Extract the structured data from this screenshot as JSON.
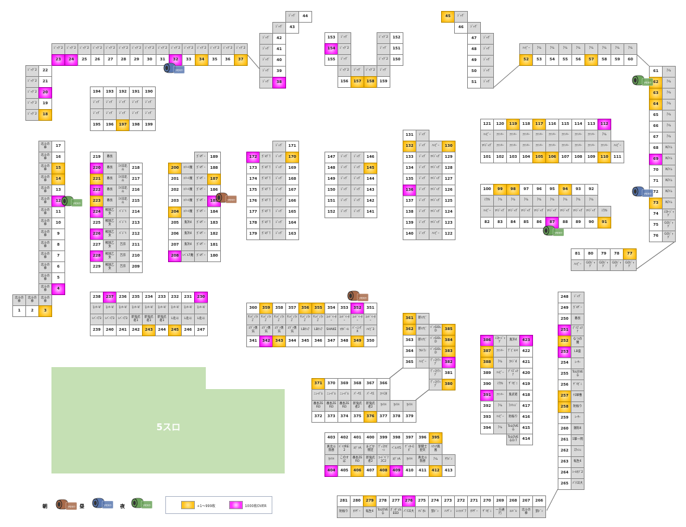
{
  "zone_label": "5スロ",
  "legend": {
    "gold_label": "+1～999枚",
    "magenta_label": "1000枚OVER"
  },
  "camera_times": {
    "morning": "朝",
    "noon": "昼",
    "night": "夜"
  },
  "colors": {
    "gold": "#ffc21a",
    "magenta": "#ff33ff",
    "zone": "#c5e0b4",
    "cam_morning": "#a86a4a",
    "cam_noon": "#5a78b0",
    "cam_night": "#6aa35a"
  },
  "status": {
    "gold": [
      3,
      14,
      15,
      18,
      34,
      37,
      45,
      52,
      57,
      62,
      63,
      64,
      73,
      77,
      91,
      94,
      98,
      99,
      105,
      106,
      110,
      117,
      119,
      130,
      132,
      145,
      157,
      158,
      170,
      187,
      197,
      200,
      204,
      221,
      223,
      243,
      245,
      252,
      257,
      258,
      279,
      343,
      349,
      355,
      356,
      359,
      361,
      362,
      371,
      376,
      380,
      383,
      384,
      385,
      387,
      388,
      395,
      406,
      408,
      412
    ],
    "magenta": [
      4,
      12,
      20,
      23,
      24,
      32,
      38,
      69,
      87,
      112,
      136,
      154,
      172,
      185,
      208,
      220,
      222,
      224,
      226,
      228,
      230,
      237,
      251,
      253,
      276,
      342,
      352,
      382,
      386,
      391,
      404,
      409,
      423
    ]
  },
  "blocks": {
    "A": {
      "rows": [
        [
          "ｼﾞｬｸﾞ2",
          "ｼﾞｬｸﾞ2",
          "ｼﾞｬｸﾞ2",
          "ｼﾞｬｸﾞ2",
          "ｼﾞｬｸﾞ2",
          "ｼﾞｬｸﾞ2",
          "ｼﾞｬｸﾞ2",
          "ｼﾞｬｸﾞ2",
          "ｼﾞｬｸﾞ2",
          "ｼﾞｬｸﾞ2",
          "ｼﾞｬｸﾞ2",
          "ｼﾞｬｸﾞ2",
          "ｼﾞｬｸﾞ2",
          "ｼﾞｬｸﾞ2",
          "ｼﾞｬｸﾞ2"
        ],
        [
          23,
          24,
          25,
          26,
          27,
          28,
          29,
          30,
          31,
          32,
          33,
          34,
          35,
          36,
          37
        ]
      ]
    },
    "B": {
      "rows": [
        [
          "ｼﾞｬｸﾞ2",
          22
        ],
        [
          "ｼﾞｬｸﾞ2",
          21
        ],
        [
          "ｼﾞｬｸﾞ2",
          20
        ],
        [
          "ｼﾞｬｸﾞ2",
          19
        ],
        [
          "ｼﾞｬｸﾞ2",
          18
        ]
      ]
    },
    "C": {
      "rows": [
        [
          194,
          193,
          192,
          191,
          190
        ],
        [
          "ｼﾞｬｸﾞ",
          "ｼﾞｬｸﾞ",
          "ｼﾞｬｸﾞ",
          "ｼﾞｬｸﾞ",
          "ｼﾞｬｸﾞ"
        ],
        [
          "ｼﾞｬｸﾞ",
          "ｼﾞｬｸﾞ",
          "ｼﾞｬｸﾞ",
          "ｼﾞｬｸﾞ",
          "ｼﾞｬｸﾞ"
        ],
        [
          195,
          196,
          197,
          198,
          199
        ]
      ]
    },
    "D": {
      "rows": [
        [
          null,
          null,
          "ｼﾞｬｸﾞ",
          44
        ],
        [
          null,
          "ｼﾞｬｸﾞ",
          43
        ],
        [
          "ｼﾞｬｸﾞ",
          42
        ],
        [
          "ｼﾞｬｸﾞ",
          41
        ],
        [
          "ｼﾞｬｸﾞ",
          40
        ],
        [
          "ｼﾞｬｸﾞ",
          39
        ],
        [
          "ｼﾞｬｸﾞ",
          38
        ]
      ]
    },
    "E": {
      "rows": [
        [
          153,
          "ｼﾞｬｸﾞ",
          null,
          null,
          "ｼﾞｬｸﾞ2",
          152
        ],
        [
          154,
          "ｼﾞｬｸﾞ2",
          null,
          null,
          "ｼﾞｬｸﾞ",
          151
        ],
        [
          155,
          "ｼﾞｬｸﾞ",
          null,
          null,
          "ｼﾞｬｸﾞ2",
          150
        ],
        [
          null,
          "ｼﾞｬｸﾞ2",
          "ｼﾞｬｸﾞ",
          "ｼﾞｬｸﾞ2",
          "ｼﾞｬｸﾞ"
        ],
        [
          null,
          156,
          157,
          158,
          159
        ]
      ]
    },
    "F": {
      "rows": [
        [
          45,
          "ｼﾞｬｸﾞ"
        ],
        [
          null,
          46,
          "ｼﾞｬｸﾞ"
        ],
        [
          null,
          null,
          47,
          "ｼﾞｬｸﾞ"
        ],
        [
          null,
          null,
          48,
          "ｼﾞｬｸﾞ"
        ],
        [
          null,
          null,
          49,
          "ｼﾞｬｸﾞ"
        ],
        [
          null,
          null,
          50,
          "ｼﾞｬｸﾞ"
        ],
        [
          null,
          null,
          51,
          "ｼﾞｬｸﾞ"
        ]
      ]
    },
    "G": {
      "rows": [
        [
          "ﾊｯﾋﾟｰ",
          "ｱｲﾑ",
          "ｱｲﾑ",
          "ｱｲﾑ",
          "ｱｲﾑ",
          "ｱｲﾑ",
          "ｱｲﾑ",
          "ｱｲﾑ",
          "ｱｲﾑ"
        ],
        [
          52,
          53,
          54,
          55,
          56,
          57,
          58,
          59,
          60
        ]
      ]
    },
    "H": {
      "rows": [
        [
          61,
          "ｱｲﾑ"
        ],
        [
          62,
          "ｱｲﾑ"
        ],
        [
          63,
          "ｱｲﾑ"
        ],
        [
          64,
          "ｱｲﾑ"
        ],
        [
          65,
          "ｱｲﾑ"
        ],
        [
          66,
          "ｱｲﾑ"
        ],
        [
          67,
          "ｱｲﾑ"
        ],
        [
          68,
          "Nｱｲﾑ"
        ],
        [
          69,
          "Nｱｲﾑ"
        ],
        [
          70,
          "Nｱｲﾑ"
        ],
        [
          71,
          "Nｱｲﾑ"
        ],
        [
          72,
          "Nｱｲﾑ"
        ],
        [
          73,
          "Nｱｲﾑ"
        ],
        [
          74,
          "ﾐｽﾀｰｼﾞｬｸﾞ"
        ],
        [
          75,
          "GOｼﾞｬｸﾞ"
        ],
        [
          76,
          "GOｼﾞｬｸﾞ"
        ]
      ]
    },
    "I": {
      "rows": [
        [
          121,
          120,
          119,
          118,
          117,
          116,
          115,
          114,
          113,
          112
        ],
        [
          "ﾊｯﾋﾟｰ",
          "ﾌｧﾝｷｰ",
          "ﾌｧﾝｷｰ",
          "ﾌｧﾝｷｰ",
          "ﾌｧﾝｷｰ",
          "ﾌｧﾝｷｰ",
          "ﾌｧﾝｷｰ",
          "ﾌｧﾝｷｰ",
          "ﾌｧﾝｷｰ",
          "ｱｲﾑ"
        ],
        [
          "ﾏｲｼﾞｬｸﾞ",
          "ﾌｧﾝｷｰ",
          "ﾌｧﾝｷｰ",
          "ﾌｧﾝｷｰ",
          "ﾌｧﾝｷｰ",
          "ﾌｧﾝｷｰ",
          "ﾌｧﾝｷｰ",
          "ﾌｧﾝｷｰ",
          "ﾌｧﾝｷｰ",
          "ﾌｧﾝｷｰ",
          "ﾊｯﾋﾟｰ"
        ],
        [
          101,
          102,
          103,
          104,
          105,
          106,
          107,
          108,
          109,
          110,
          111
        ]
      ]
    },
    "J": {
      "rows": [
        [
          100,
          99,
          98,
          97,
          96,
          95,
          94,
          93,
          92
        ],
        [
          "ﾐﾗｸﾙ",
          "ｱｲﾑ",
          "ｱｲﾑ",
          "ｱｲﾑ",
          "ｱｲﾑ",
          "ｱｲﾑ",
          "ｱｲﾑ",
          "ｱｲﾑ",
          "ｱｲﾑ"
        ],
        [
          "ﾊｯﾋﾟｰ",
          "ﾏｲｼﾞｬｸﾞ",
          "ﾏｲｼﾞｬｸﾞ",
          "ﾏｲｼﾞｬｸﾞ",
          "ﾏｲｼﾞｬｸﾞ",
          "ﾏｲｼﾞｬｸﾞ",
          "ﾏｲｼﾞｬｸﾞ",
          "ﾏｲｼﾞｬｸﾞ",
          "ﾏｲｼﾞｬｸﾞ",
          "ﾐﾗｸﾙ"
        ],
        [
          82,
          83,
          84,
          85,
          86,
          87,
          88,
          89,
          90,
          91
        ]
      ]
    },
    "K": {
      "rows": [
        [
          81,
          80,
          79,
          78,
          77
        ],
        [
          "ﾊｯﾋﾟｰ",
          "GOｼﾞｬｸﾞ",
          "GOｼﾞｬｸﾞ",
          "GOｼﾞｬｸﾞ",
          "GOｼﾞｬｸﾞ"
        ]
      ]
    },
    "L": {
      "rows": [
        [
          null,
          null,
          "北斗の拳",
          17
        ],
        [
          null,
          null,
          "北斗の拳",
          16
        ],
        [
          null,
          null,
          "北斗の拳",
          15
        ],
        [
          null,
          null,
          "北斗の拳",
          14
        ],
        [
          null,
          null,
          "北斗の拳",
          13
        ],
        [
          null,
          null,
          "北斗の拳",
          12
        ],
        [
          null,
          null,
          "北斗の拳",
          11
        ],
        [
          null,
          null,
          "北斗の拳",
          10
        ],
        [
          null,
          null,
          "北斗の拳",
          9
        ],
        [
          null,
          null,
          "北斗の拳",
          8
        ],
        [
          null,
          null,
          "北斗の拳",
          7
        ],
        [
          null,
          null,
          "北斗の拳",
          6
        ],
        [
          null,
          null,
          "北斗の拳",
          5
        ],
        [
          null,
          null,
          "北斗の拳",
          4
        ],
        [
          "北斗の拳",
          "北斗の拳",
          "北斗の拳"
        ],
        [
          1,
          2,
          3
        ]
      ]
    },
    "M": {
      "rows": [
        [
          219,
          "番長"
        ],
        [
          220,
          "番長",
          "ｽﾏｽﾛ北斗",
          218
        ],
        [
          221,
          "番長",
          "ｽﾏｽﾛ北斗",
          217
        ],
        [
          222,
          "番長",
          "ｽﾏｽﾛ北斗",
          216
        ],
        [
          223,
          "番長",
          "ｽﾏｽﾛ北斗",
          215
        ],
        [
          224,
          "戦国乙女",
          "ﾊﾞｼﾞﾘ",
          214
        ],
        [
          225,
          "戦国乙女",
          "ﾊﾞｼﾞﾘ",
          213
        ],
        [
          226,
          "戦国乙女",
          "ﾊﾞｼﾞﾘ",
          212
        ],
        [
          227,
          "戦国乙女",
          "吉宗",
          211
        ],
        [
          228,
          "戦国乙女",
          "吉宗",
          210
        ],
        [
          229,
          "戦国乙女",
          "吉宗",
          209
        ]
      ]
    },
    "N": {
      "rows": [
        [
          null,
          null,
          "ｶﾞﾙｻﾞｰ",
          189
        ],
        [
          200,
          "ｴﾘｰﾄ魔",
          "ｶﾞﾙｻﾞｰ",
          188
        ],
        [
          201,
          "ｴﾘｰﾄ魔",
          "ｶﾞﾙｻﾞｰ",
          187
        ],
        [
          202,
          "ｴﾘｰﾄ魔",
          "ｶﾞﾙｻﾞｰ",
          186
        ],
        [
          203,
          "ｴﾘｰﾄ魔",
          "ｶﾞﾙｻﾞｰ",
          185
        ],
        [
          204,
          "ｴﾘｰﾄ魔",
          "ｶﾞﾙｻﾞｰ",
          184
        ],
        [
          205,
          "鬼浜4",
          "ｶﾞﾙｻﾞｰ",
          183
        ],
        [
          206,
          "鬼浜4",
          "ｶﾞﾙｻﾞｰ",
          182
        ],
        [
          207,
          "鬼浜4",
          "ｶﾞﾙｻﾞｰ",
          181
        ],
        [
          208,
          "ﾚﾍﾞﾙ7魔",
          "ｶﾞﾙｻﾞｰ",
          180
        ]
      ]
    },
    "O": {
      "rows": [
        [
          null,
          null,
          "ｼﾞｬｸﾞ",
          171
        ],
        [
          172,
          "ｶﾞﾙｸﾞﾗ",
          "ｼﾞｬｸﾞ",
          170
        ],
        [
          173,
          "ｶﾞﾙｸﾞﾗ",
          "ｼﾞｬｸﾞ",
          169
        ],
        [
          174,
          "ｶﾞﾙｸﾞﾗ",
          "ｼﾞｬｸﾞ",
          168
        ],
        [
          175,
          "ｶﾞﾙｸﾞﾗ",
          "ｼﾞｬｸﾞ",
          167
        ],
        [
          176,
          "ｶﾞﾙｸﾞﾗ",
          "ｼﾞｬｸﾞ",
          166
        ],
        [
          177,
          "ｶﾞﾙｸﾞﾗ",
          "ｼﾞｬｸﾞ",
          165
        ],
        [
          178,
          "ｶﾞﾙｸﾞﾗ",
          "ｼﾞｬｸﾞ",
          164
        ],
        [
          179,
          "ｶﾞﾙｸﾞﾗ",
          "ｼﾞｬｸﾞ",
          163
        ]
      ]
    },
    "P": {
      "rows": [
        [
          147,
          "ｼﾞｬｸﾞ",
          "ｼﾞｬｸﾞ",
          146
        ],
        [
          148,
          "ｼﾞｬｸﾞ",
          "ｼﾞｬｸﾞ",
          145
        ],
        [
          149,
          "ｼﾞｬｸﾞ",
          "ｼﾞｬｸﾞ",
          144
        ],
        [
          150,
          "ｼﾞｬｸﾞ",
          "ｼﾞｬｸﾞ",
          143
        ],
        [
          151,
          "ｼﾞｬｸﾞ",
          "ｼﾞｬｸﾞ",
          142
        ],
        [
          152,
          "ｼﾞｬｸﾞ",
          "ｼﾞｬｸﾞ",
          141
        ]
      ]
    },
    "Q": {
      "rows": [
        [
          131,
          "ｼﾞｬｸﾞ"
        ],
        [
          132,
          "ｼﾞｬｸﾞ",
          "ﾊｯﾋﾟｰ",
          130
        ],
        [
          133,
          "ｼﾞｬｸﾞ",
          "ﾏｲｼﾞｬｸﾞ",
          129
        ],
        [
          134,
          "ｼﾞｬｸﾞ",
          "ﾏｲｼﾞｬｸﾞ",
          128
        ],
        [
          135,
          "ｼﾞｬｸﾞ",
          "ﾏｲｼﾞｬｸﾞ",
          127
        ],
        [
          136,
          "ｼﾞｬｸﾞ",
          "ﾏｲｼﾞｬｸﾞ",
          126
        ],
        [
          137,
          "ｼﾞｬｸﾞ",
          "ﾏｲｼﾞｬｸﾞ",
          125
        ],
        [
          138,
          "ｼﾞｬｸﾞ",
          "ﾏｲｼﾞｬｸﾞ",
          124
        ],
        [
          139,
          "ｼﾞｬｸﾞ",
          "ﾏｲｼﾞｬｸﾞ",
          123
        ],
        [
          140,
          "ｼﾞｬｸﾞ",
          "ﾊｯﾋﾟｰ",
          122
        ]
      ]
    },
    "R": {
      "rows": [
        [
          238,
          237,
          236,
          235,
          234,
          233,
          232,
          231,
          230
        ],
        [
          "ﾓﾝｷｰV",
          "ﾓﾝｷｰV",
          "ﾓﾝｷｰV",
          "ﾓﾝｷｰV",
          "ﾓﾝｷｰV",
          "ﾓﾝｷｰV",
          "ﾓﾝｷｰV",
          "ﾓﾝｷｰV",
          "ﾓﾝｷｰV"
        ],
        [
          "ﾚﾊﾞｲｱ3",
          "ﾚﾊﾞｲｱ3",
          "ﾚﾊﾞｲｱ3",
          "新鬼武者3",
          "新鬼武者3",
          "新鬼武者3",
          "L北斗",
          "L北斗",
          "L北斗"
        ],
        [
          239,
          240,
          241,
          242,
          243,
          244,
          245,
          246,
          247
        ]
      ]
    },
    "S": {
      "rows": [
        [
          360,
          359,
          358,
          357,
          356,
          355,
          354,
          353,
          352,
          351
        ],
        [
          "ｻﾝﾊﾞﾝﾗｲｽﾞ",
          "ｻﾝﾊﾞﾝﾗｲｽﾞ",
          "ｻﾝﾊﾞﾝﾗｲｽﾞ",
          "ｻﾝﾊﾞﾝﾗｲｽﾞ",
          "ｻﾝﾊﾞﾝﾗｲｽﾞ",
          "ｻﾝﾊﾞﾝﾗｲｽﾞ",
          "ｺｯﾄﾞｲｰﾀｰ",
          "ｺｯﾄﾞｲｰﾀｰ",
          "ｺｯﾄﾞｲｰﾀｰ",
          "ｺｯﾄﾞｲｰﾀｰ"
        ],
        [
          "ｴｳﾞｧ勇気",
          "ｴｳﾞｧ勇気",
          "ｴｳﾞｧ勇気",
          "ｴｳﾞｧ勇気",
          "LBｸﾚｱ",
          "LBｸﾚｱ",
          "SHAKE",
          "ﾏﾀﾄﾞｰﾙ",
          "ﾊﾞｰﾆﾝｸﾞX",
          "ﾊｲﾋﾞ3"
        ],
        [
          341,
          342,
          343,
          344,
          345,
          346,
          347,
          348,
          349,
          350
        ]
      ]
    },
    "T": {
      "rows": [
        [
          361,
          "新ﾊﾅﾋﾞ"
        ],
        [
          362,
          "新ﾊﾅﾋﾞ",
          "ﾄﾞﾝGOLD",
          385
        ],
        [
          363,
          "新ﾊﾅﾋﾞ",
          "ﾄﾞﾝGOLD",
          384
        ],
        [
          364,
          "ｳﾙﾄﾗﾝ",
          "ﾄﾞﾝGOLD",
          383
        ],
        [
          365,
          "ﾊｯﾋﾟｰ",
          "ﾃﾞｨｽｸｱｯﾌﾟ",
          382
        ],
        [
          null,
          null,
          "ﾃﾞｨｽｸｱｯﾌﾟ",
          381
        ],
        [
          null,
          null,
          "ﾃﾞｨｽｸｱｯﾌﾟ",
          380
        ]
      ]
    },
    "U": {
      "rows": [
        [
          371,
          370,
          369,
          368,
          367,
          366
        ],
        [
          "ﾆｭｰﾊﾟﾙ",
          "ﾆｭｰﾊﾟﾙ",
          "ﾆｭｰﾊﾟﾙ",
          "ﾊﾟｰｻｽ",
          "ﾊﾟｰｻｽ",
          "ﾌｧｲｽﾀ"
        ],
        [
          "番長ZERO",
          "番長ZERO",
          "番長ZERO",
          "新鬼武者2",
          "新鬼武者2",
          "ｶｲﾘｷ",
          "ｶｲﾘｷ",
          "ｶｲﾘｷ"
        ],
        [
          372,
          373,
          374,
          375,
          376,
          377,
          378,
          379
        ]
      ]
    },
    "V": {
      "rows": [
        [
          403,
          402,
          401,
          400,
          399,
          398,
          397,
          396,
          395
        ],
        [
          "真北斗無想",
          "ﾊﾞｲｵRE:2",
          "ｴｳﾞｧA",
          "まどか叛逆",
          "ﾃﾞｨｽｸﾎﾞｰﾝ",
          "ﾍﾟﾙｿﾅ5",
          "ｹﾞｯﾀｰﾛﾎﾞ",
          "聖闘士星矢",
          "ﾊﾅﾊﾅ鳳凰"
        ],
        [
          "ｶｲﾘｷ",
          "このすば",
          "番長ZERO",
          "新鬼武者2",
          "ｺｰﾄﾞｷﾞｱｽC2",
          "ｴｳﾞｧA",
          "ｶｲﾘｷ",
          "真北斗無想",
          "ｱｲﾑ",
          "ｻﾗﾊﾞﾝ"
        ],
        [
          404,
          405,
          406,
          407,
          408,
          409,
          410,
          411,
          412,
          413
        ]
      ]
    },
    "W": {
      "rows": [
        [
          386,
          "ﾐｽﾀｰｼﾞｬｸﾞ",
          "鬼浜4",
          423
        ],
        [
          387,
          "ﾌｧﾝｷｰ",
          "ﾃﾞﾋﾞﾙﾒｲ",
          422
        ],
        [
          388,
          "ｱｲﾑ",
          "ｶｲｼﾞ4",
          421
        ],
        [
          389,
          "ﾊｯﾋﾟｰ",
          "ﾌﾟﾘｽﾞﾑﾅﾅ",
          420
        ],
        [
          390,
          "ﾐﾗｸﾙ",
          "ｻﾞﾘｶﾞﾆ",
          419
        ],
        [
          391,
          "ﾌｧﾝｷｰ",
          "鬼武者",
          418
        ],
        [
          392,
          "ｱｲﾑ",
          "ｱﾒﾘｯｼﾞ",
          417
        ],
        [
          393,
          "ﾊｯﾋﾟｰ",
          "防振り",
          416
        ],
        [
          394,
          "ｱｲﾑ",
          "ToLOVEる",
          415
        ],
        [
          null,
          null,
          "ToLOVEるD.T",
          414
        ]
      ]
    },
    "X": {
      "rows": [
        [
          248,
          "ｼﾞｬｸﾞ"
        ],
        [
          249,
          "ｶﾞﾙｻﾞｰ"
        ],
        [
          250,
          "番長"
        ],
        [
          251,
          "ﾌﾟﾘｽﾞﾑﾅﾅ"
        ],
        [
          252,
          "なつの魔"
        ],
        [
          253,
          "LB盛"
        ],
        [
          254,
          "ｼｰｻｰ"
        ],
        [
          255,
          "ToLOVEる"
        ],
        [
          256,
          "ｻﾞﾘｶﾞﾆ"
        ],
        [
          257,
          "ｹﾛ軍曹"
        ],
        [
          258,
          "防振り"
        ],
        [
          259,
          "ｼｰｻｰ"
        ],
        [
          260,
          "銭形4"
        ],
        [
          261,
          "1撃一閃"
        ],
        [
          262,
          "ｽﾜｯｼｭ"
        ],
        [
          263,
          "転生4"
        ],
        [
          264,
          "ｼｰﾙｵﾌﾞ2"
        ],
        [
          265,
          "ﾊﾟﾁｽﾛ大"
        ]
      ]
    },
    "Y": {
      "rows": [
        [
          281,
          280,
          279,
          278,
          277,
          276,
          275,
          274,
          273,
          272,
          271,
          270,
          269,
          268,
          267,
          266
        ],
        [
          "防振り",
          "ｵﾘｻﾞｰ",
          "転生4",
          "ToLOVEる",
          "ｶﾞﾝﾀﾞﾑSEED",
          "ﾊﾟﾁｽﾛ大",
          "ﾏｼﾞｶﾙ",
          "凱ﾄﾞﾝ",
          "ｿﾝｻﾞﾝ",
          "ｼﾝﾌｫｷﾞｱ",
          "ｵﾘｻﾞｰ",
          "ｻﾞﾘｶﾞﾆ",
          "一方通行",
          "ｺﾝﾄﾞﾙ",
          "北斗の拳",
          "凱ﾄﾞﾝ"
        ]
      ]
    }
  }
}
